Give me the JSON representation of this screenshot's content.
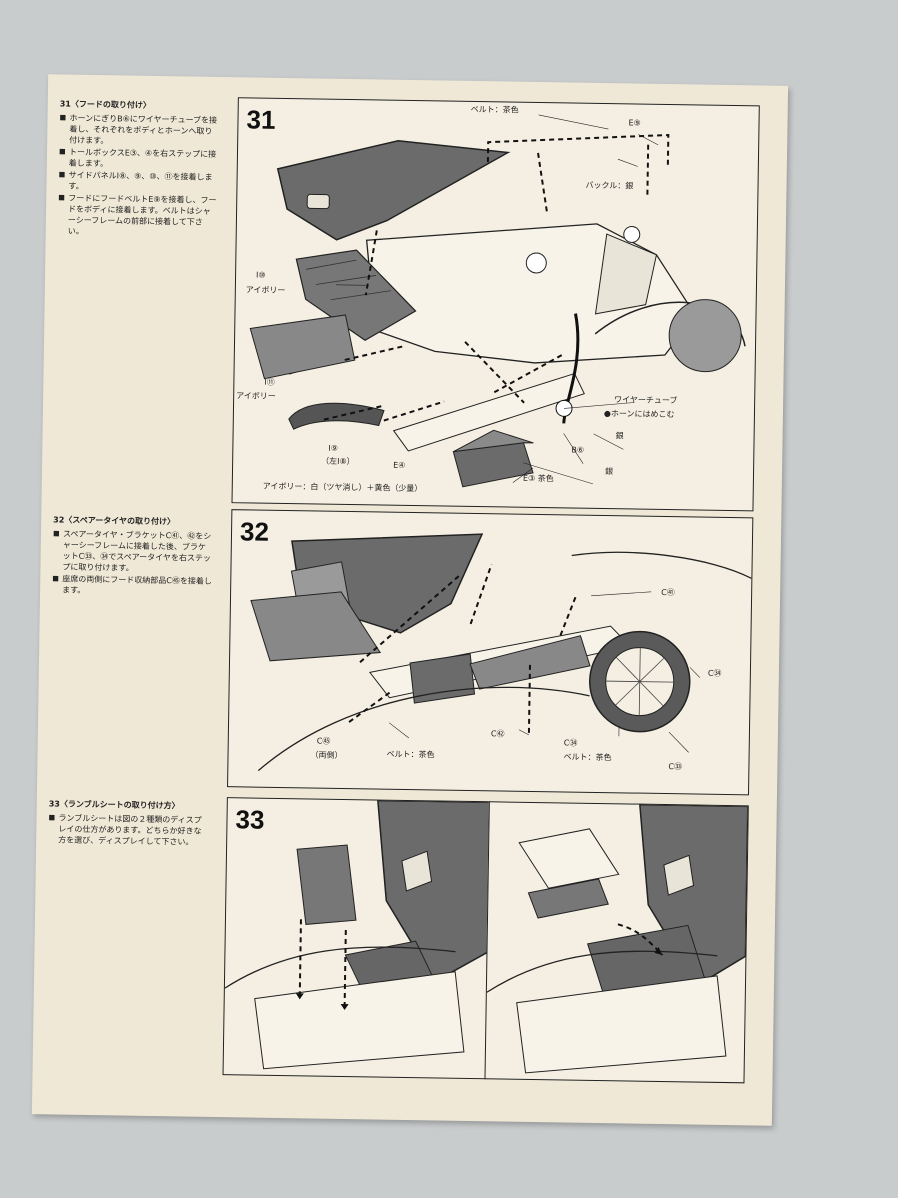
{
  "steps": {
    "s31": {
      "number": "31",
      "heading": "31〈フードの取り付け〉",
      "bullets": [
        "ホーンにぎりB⑥にワイヤーチューブを接着し、それぞれをボディとホーンへ取り付けます。",
        "トールボックスE③、④を右ステップに接着します。",
        "サイドパネルI⑧、⑨、⑩、⑪を接着します。",
        "フードにフードベルトE⑨を接着し、フードをボディに接着します。ベルトはシャーシーフレームの前部に接着して下さい。"
      ],
      "labels": {
        "belt_brown": "ベルト：茶色",
        "e9": "E⑨",
        "buckle_silver": "バックル：銀",
        "i10": "I⑩",
        "ivory1": "アイボリー",
        "i11": "I⑪",
        "ivory2": "アイボリー",
        "wire_tube": "ワイヤーチューブ",
        "horn_note": "●ホーンにはめこむ",
        "silver1": "銀",
        "b6": "B⑥",
        "i9": "I⑨",
        "left_i8": "（左I⑧）",
        "e4": "E④",
        "silver2": "銀",
        "e3_brown": "E③ 茶色",
        "color_note": "アイボリー：白（ツヤ消し）＋黄色（少量）"
      }
    },
    "s32": {
      "number": "32",
      "heading": "32〈スペアータイヤの取り付け〉",
      "bullets": [
        "スペアータイヤ・ブラケットC㊶、㊷をシャーシーフレームに接着した後、ブラケットC㉝、㉞でスペアータイヤを右ステップに取り付けます。",
        "座席の両側にフード収納部品C㊺を接着します。"
      ],
      "labels": {
        "c41": "C㊶",
        "c34a": "C㉞",
        "c56": "C㊺",
        "both_sides": "（両側）",
        "belt_brown1": "ベルト：茶色",
        "c42": "C㊷",
        "c34b": "C㉞",
        "belt_brown2": "ベルト：茶色",
        "c33": "C㉝"
      }
    },
    "s33": {
      "number": "33",
      "heading": "33〈ランブルシートの取り付け方〉",
      "bullets": [
        "ランブルシートは図の２種類のディスプレイの仕方があります。どちらか好きな方を選び、ディスプレイして下さい。"
      ]
    }
  },
  "colors": {
    "paper": "#efe8d6",
    "ink": "#222222",
    "hood": "#6b6b6b",
    "background": "#c9cccd"
  }
}
